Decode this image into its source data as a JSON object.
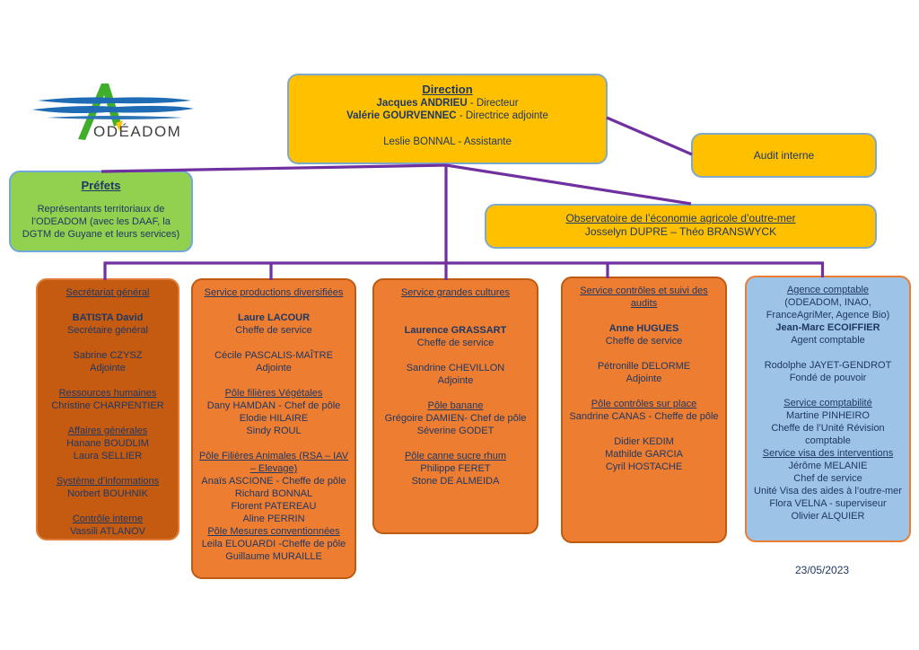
{
  "logo": {
    "text": "ODÉADOM"
  },
  "date": "23/05/2023",
  "direction": {
    "title": "Direction",
    "lines": [
      {
        "b": "Jacques ANDRIEU",
        "t": " - Directeur"
      },
      {
        "b": "Valérie GOURVENNEC",
        "t": " - Directrice adjointe"
      },
      {},
      {
        "t": "Leslie BONNAL - Assistante"
      }
    ]
  },
  "audit": {
    "label": "Audit interne"
  },
  "prefets": {
    "title": "Préfets",
    "body": "Représentants territoriaux de l’ODEADOM (avec les DAAF, la DGTM de Guyane et leurs services)"
  },
  "observatoire": {
    "title": "Observatoire de l’économie agricole d’outre-mer",
    "names": "Josselyn DUPRE – Théo BRANSWYCK"
  },
  "departments": {
    "secretariat": {
      "lines": [
        {
          "t": "Secrétariat général",
          "s": "u"
        },
        {},
        {
          "t": "BATISTA David",
          "s": "b"
        },
        {
          "t": "Secrétaire général"
        },
        {},
        {
          "t": "Sabrine CZYSZ"
        },
        {
          "t": "Adjointe"
        },
        {},
        {
          "t": "Ressources humaines",
          "s": "u"
        },
        {
          "t": "Christine CHARPENTIER"
        },
        {},
        {
          "t": "Affaires générales",
          "s": "u"
        },
        {
          "t": "Hanane BOUDLIM"
        },
        {
          "t": "Laura SELLIER"
        },
        {},
        {
          "t": "Système d’informations",
          "s": "u"
        },
        {
          "t": "Norbert BOUHNIK"
        },
        {},
        {
          "t": "Contrôle interne",
          "s": "u"
        },
        {
          "t": "Vassili ATLANOV"
        }
      ]
    },
    "productions": {
      "lines": [
        {
          "t": "Service productions diversifiées",
          "s": "u"
        },
        {},
        {
          "t": "Laure LACOUR",
          "s": "b"
        },
        {
          "t": "Cheffe de service"
        },
        {},
        {
          "t": "Cécile PASCALIS-MAÎTRE"
        },
        {
          "t": "Adjointe"
        },
        {},
        {
          "t": "Pôle filières Végétales",
          "s": "u"
        },
        {
          "t": "Dany HAMDAN - Chef de pôle"
        },
        {
          "t": "Elodie HILAIRE"
        },
        {
          "t": "Sindy ROUL"
        },
        {},
        {
          "t": "Pôle Filières Animales (RSA – IAV – Elevage)",
          "s": "u"
        },
        {
          "t": "Anaïs ASCIONE - Cheffe de pôle"
        },
        {
          "t": "Richard BONNAL"
        },
        {
          "t": "Florent PATEREAU"
        },
        {
          "t": "Aline PERRIN"
        },
        {
          "t": "Pôle Mesures conventionnées",
          "s": "u"
        },
        {
          "t": "Leila ELOUARDI -Cheffe de pôle"
        },
        {
          "t": "Guillaume MURAILLE"
        }
      ]
    },
    "cultures": {
      "lines": [
        {
          "t": "Service grandes cultures",
          "s": "u"
        },
        {},
        {},
        {
          "t": "Laurence GRASSART",
          "s": "b"
        },
        {
          "t": "Cheffe de service"
        },
        {},
        {
          "t": "Sandrine CHEVILLON"
        },
        {
          "t": "Adjointe"
        },
        {},
        {
          "t": "Pôle banane",
          "s": "u"
        },
        {
          "t": "Grégoire DAMIEN- Chef de pôle"
        },
        {
          "t": "Séverine GODET"
        },
        {},
        {
          "t": "Pôle canne sucre rhum",
          "s": "u"
        },
        {
          "t": "Philippe FERET"
        },
        {
          "t": "Stone DE ALMEIDA"
        }
      ]
    },
    "controles": {
      "lines": [
        {
          "t": "Service contrôles et suivi des audits",
          "s": "u"
        },
        {},
        {
          "t": "Anne HUGUES",
          "s": "b"
        },
        {
          "t": "Cheffe de service"
        },
        {},
        {
          "t": "Pétronille DELORME"
        },
        {
          "t": "Adjointe"
        },
        {},
        {
          "t": "Pôle contrôles sur place",
          "s": "u"
        },
        {
          "t": "Sandrine CANAS -  Cheffe de pôle"
        },
        {},
        {
          "t": "Didier KEDIM"
        },
        {
          "t": "Mathilde GARCIA"
        },
        {
          "t": "Cyril HOSTACHE"
        }
      ]
    },
    "agence": {
      "lines": [
        {
          "t": "Agence comptable",
          "s": "u"
        },
        {
          "t": "(ODEADOM, INAO, FranceAgriMer, Agence Bio)"
        },
        {
          "t": "Jean-Marc ECOIFFIER",
          "s": "b"
        },
        {
          "t": "Agent comptable"
        },
        {},
        {
          "t": "Rodolphe JAYET-GENDROT"
        },
        {
          "t": "Fondé de pouvoir"
        },
        {},
        {
          "t": "Service comptabilité",
          "s": "u"
        },
        {
          "t": "Martine PINHEIRO"
        },
        {
          "t": "Cheffe de l’Unité Révision comptable"
        },
        {
          "t": "Service visa des interventions",
          "s": "u"
        },
        {
          "t": "Jérôme MELANIE"
        },
        {
          "t": "Chef de service"
        },
        {
          "t": "Unité Visa des aides à l’outre-mer"
        },
        {
          "t": "Flora VELNA - superviseur"
        },
        {
          "t": "Olivier ALQUIER"
        }
      ]
    }
  },
  "colors": {
    "gold": "#FFC000",
    "green": "#92D050",
    "orange": "#ED7D31",
    "dark_orange": "#C55A11",
    "light_blue": "#9DC3E6",
    "purple_wire": "#7030A0",
    "text_navy": "#1F3864"
  }
}
